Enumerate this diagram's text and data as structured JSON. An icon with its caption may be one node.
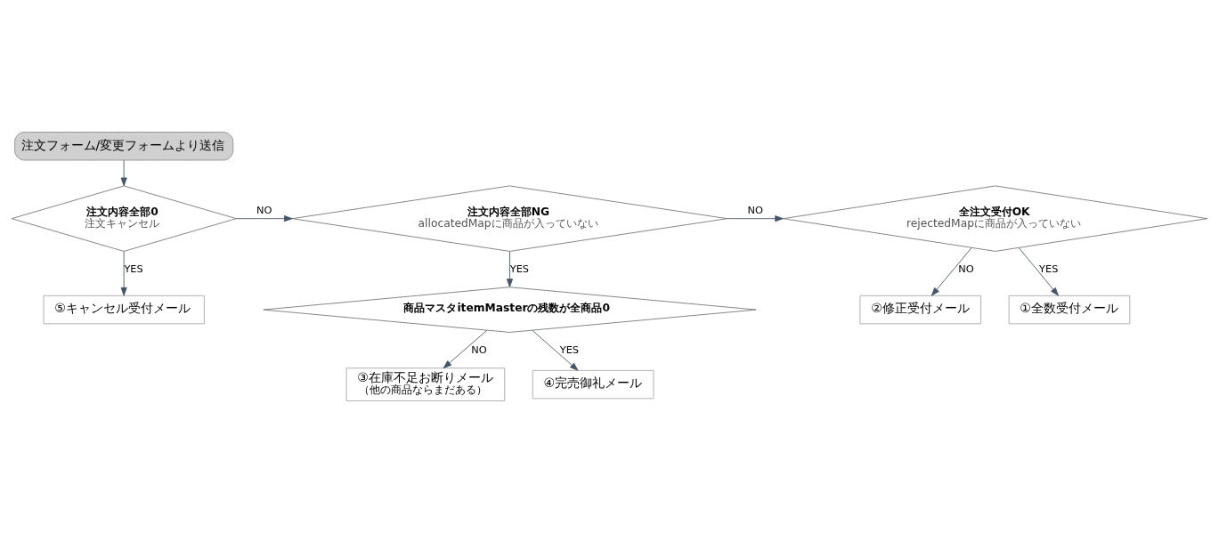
{
  "diagram": {
    "nodes": [
      {
        "text": [
          "注文フォーム/変更フォームより送信"
        ]
      },
      {
        "text": [
          "注文内容全部0",
          "注文キャンセル"
        ]
      },
      {
        "text": [
          "注文内容全部NG",
          "allocatedMapに商品が入っていない"
        ]
      },
      {
        "text": [
          "全注文受付OK",
          "rejectedMapに商品が入っていない"
        ]
      },
      {
        "text": [
          "⑤キャンセル受付メール"
        ]
      },
      {
        "text": [
          "②修正受付メール"
        ]
      },
      {
        "text": [
          "①全数受付メール"
        ]
      },
      {
        "text": [
          "商品マスタitemMasterの残数が全商品0"
        ]
      },
      {
        "text": [
          "③在庫不足お断りメール",
          "（他の商品ならまだある）"
        ]
      },
      {
        "text": [
          "④完売御礼メール"
        ]
      }
    ],
    "edges": [
      {
        "from": 0,
        "to": 1,
        "arrow": "to"
      },
      {
        "from": 1,
        "to": 2,
        "arrow": "to",
        "label": "NO"
      },
      {
        "from": 2,
        "to": 3,
        "arrow": "to",
        "label": "NO"
      },
      {
        "from": 1,
        "to": 4,
        "arrow": "to",
        "label": "YES"
      },
      {
        "from": 3,
        "to": 5,
        "arrow": "to",
        "label": "NO"
      },
      {
        "from": 3,
        "to": 6,
        "arrow": "to",
        "label": "YES"
      },
      {
        "from": 2,
        "to": 7,
        "arrow": "to",
        "label": "YES"
      },
      {
        "from": 7,
        "to": 8,
        "arrow": "to",
        "label": "NO"
      },
      {
        "from": 7,
        "to": 9,
        "arrow": "to",
        "label": "YES"
      }
    ]
  }
}
